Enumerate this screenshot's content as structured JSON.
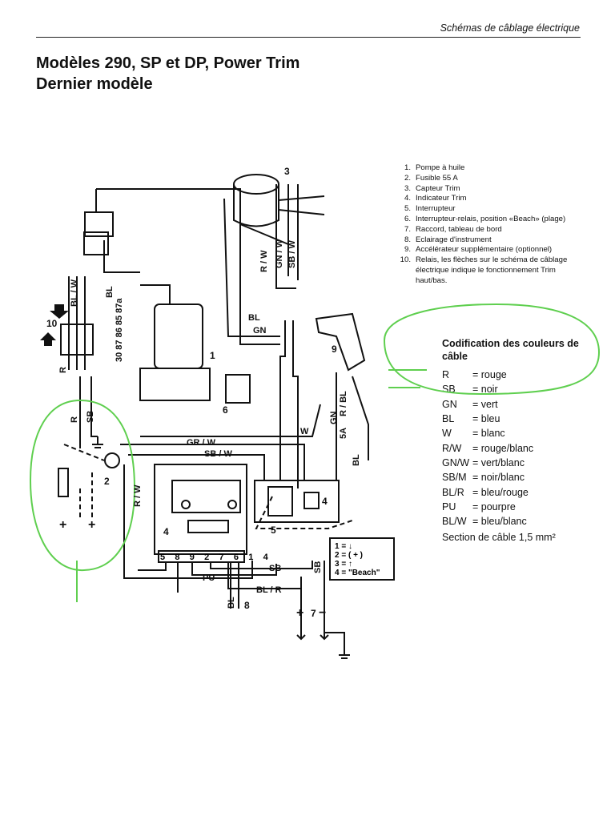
{
  "header": {
    "caption": "Schémas de câblage électrique"
  },
  "title": {
    "line1": "Modèles 290, SP et DP, Power Trim",
    "line2": "Dernier modèle"
  },
  "legend": [
    {
      "num": "1.",
      "text": "Pompe à huile"
    },
    {
      "num": "2.",
      "text": "Fusible 55 A"
    },
    {
      "num": "3.",
      "text": "Capteur Trim"
    },
    {
      "num": "4.",
      "text": "Indicateur Trim"
    },
    {
      "num": "5.",
      "text": "Interrupteur"
    },
    {
      "num": "6.",
      "text": "Interrupteur-relais, position «Beach» (plage)"
    },
    {
      "num": "7.",
      "text": "Raccord, tableau de bord"
    },
    {
      "num": "8.",
      "text": "Eclairage d'instrument"
    },
    {
      "num": "9.",
      "text": "Accélérateur supplémentaire (optionnel)"
    },
    {
      "num": "10.",
      "text": "Relais, les flèches sur le schéma de câblage électrique indique le fonctionnement Trim haut/bas."
    }
  ],
  "color_codes": {
    "title": "Codification des couleurs de câble",
    "rows": [
      {
        "code": "R",
        "meaning": "= rouge"
      },
      {
        "code": "SB",
        "meaning": "= noir"
      },
      {
        "code": "GN",
        "meaning": "= vert"
      },
      {
        "code": "BL",
        "meaning": "= bleu"
      },
      {
        "code": "W",
        "meaning": "= blanc"
      },
      {
        "code": "R/W",
        "meaning": "= rouge/blanc"
      },
      {
        "code": "GN/W",
        "meaning": "= vert/blanc"
      },
      {
        "code": "SB/M",
        "meaning": "= noir/blanc"
      },
      {
        "code": "BL/R",
        "meaning": "= bleu/rouge"
      },
      {
        "code": "PU",
        "meaning": "= pourpre"
      },
      {
        "code": "BL/W",
        "meaning": "= bleu/blanc"
      }
    ],
    "section_note": "Section de câble 1,5 mm²"
  },
  "diagram_labels": {
    "wire_rw": "R / W",
    "wire_gnw": "GN / W",
    "wire_sbw": "SB / W",
    "wire_bl": "BL",
    "wire_gn": "GN",
    "wire_grw": "GR / W",
    "wire_sbw2": "SB / W",
    "wire_w": "W",
    "wire_pu": "PU",
    "wire_sb": "SB",
    "wire_blr": "BL / R",
    "wire_r": "R",
    "wire_5a": "5A",
    "wire_rbl": "R / BL",
    "wire_blw": "BL / W",
    "relay_pins": "30 87 86 85 87a",
    "gauge_terminals": "5 8 9 2 7 6 1 4",
    "switch_legend": [
      "1 = ↓",
      "2 = ( + )",
      "3 = ↑",
      "4 = \"Beach\""
    ],
    "plus": "+",
    "minus": "−",
    "c1": "1",
    "c2": "2",
    "c3": "3",
    "c4": "4",
    "c5": "5",
    "c6": "6",
    "c7": "7",
    "c8": "8",
    "c9": "9",
    "c10": "10"
  },
  "colors": {
    "annotation_green": "#5fcf4f",
    "ink": "#111111"
  }
}
